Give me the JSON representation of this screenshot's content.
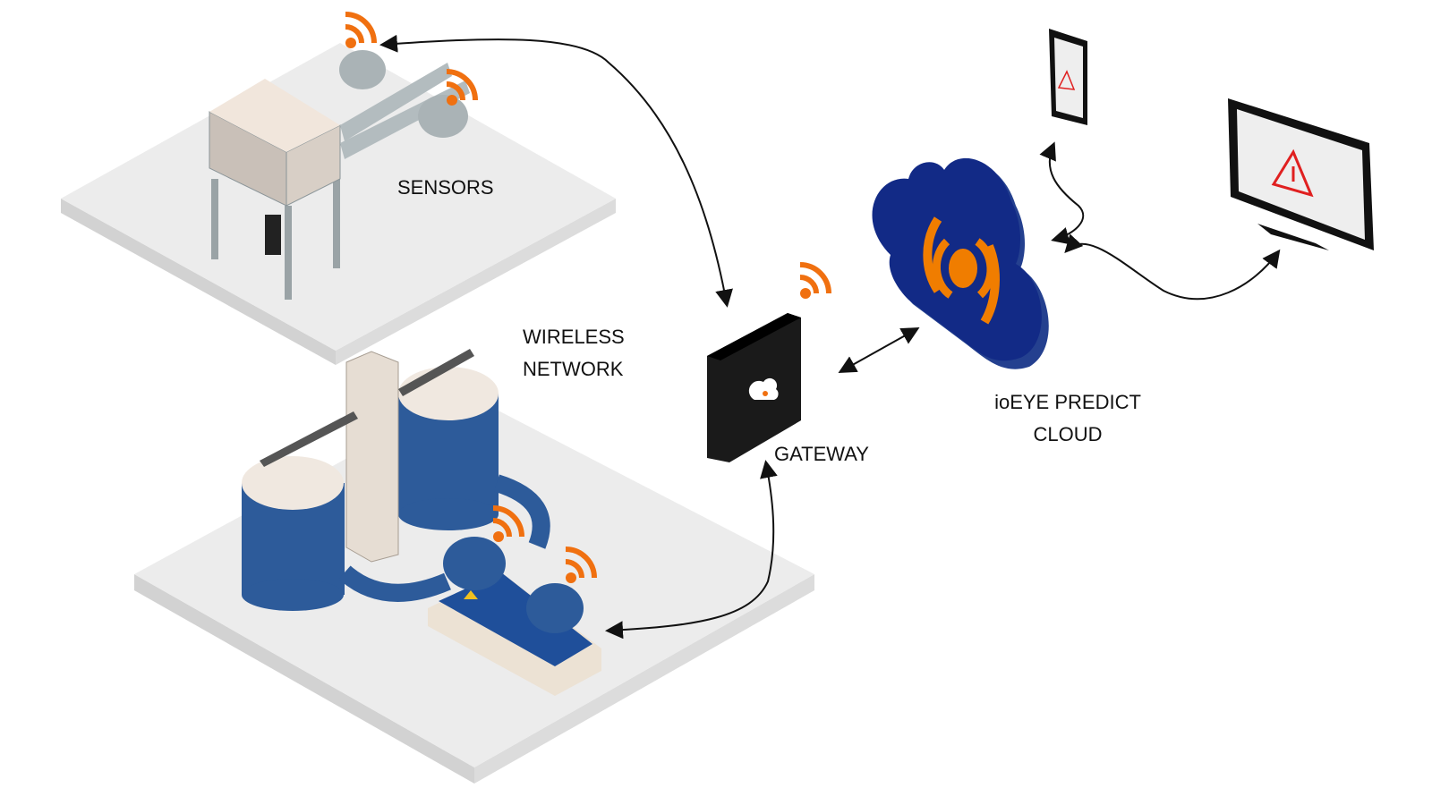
{
  "labels": {
    "sensors": "SENSORS",
    "wireless_line1": "WIRELESS",
    "wireless_line2": "NETWORK",
    "gateway": "GATEWAY",
    "cloud_line1": "ioEYE PREDICT",
    "cloud_line2": "CLOUD"
  },
  "colors": {
    "signal": "#f07010",
    "cloud": "#122a86",
    "tank": "#2d5b9a",
    "platform": "#ececec",
    "alert": "#e02020"
  },
  "icons": [
    "wifi-signal-icon",
    "cloud-broadcast-icon",
    "warning-icon",
    "phone-icon",
    "monitor-icon"
  ]
}
